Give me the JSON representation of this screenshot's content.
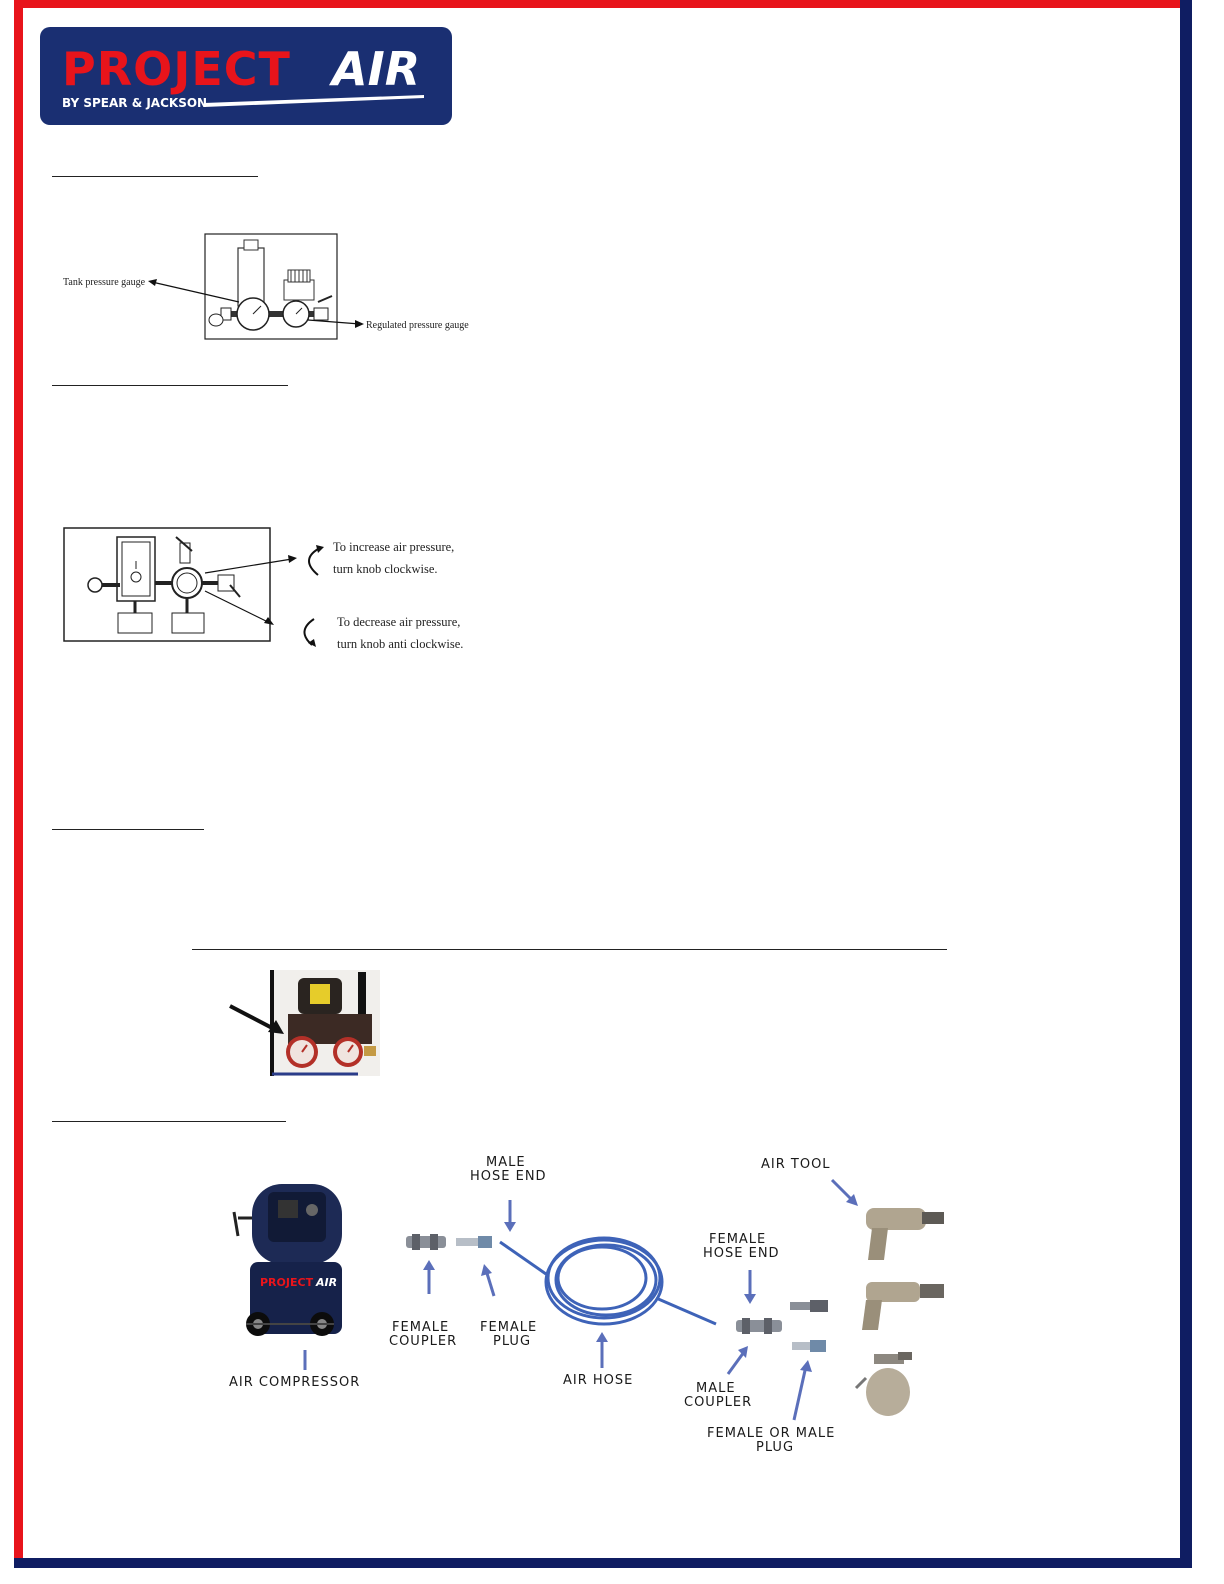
{
  "logo": {
    "brand_left": "PROJECT",
    "brand_right": "AIR",
    "tagline": "BY SPEAR & JACKSON",
    "colors": {
      "background": "#1a2f72",
      "red": "#e8141b",
      "white": "#ffffff"
    }
  },
  "frame": {
    "left_color": "#e8141b",
    "right_color": "#0f1d62"
  },
  "figure_gauges": {
    "label_tank": "Tank pressure gauge",
    "label_regulated": "Regulated pressure gauge"
  },
  "figure_regulator": {
    "increase_line1": "To increase air pressure,",
    "increase_line2": "turn knob clockwise.",
    "decrease_line1": "To decrease air pressure,",
    "decrease_line2": "turn knob anti clockwise."
  },
  "figure_connections": {
    "air_compressor": "AIR COMPRESSOR",
    "male_hose_end_1": "MALE",
    "male_hose_end_2": "HOSE END",
    "female_coupler_1": "FEMALE",
    "female_coupler_2": "COUPLER",
    "female_plug_1": "FEMALE",
    "female_plug_2": "PLUG",
    "air_hose": "AIR HOSE",
    "female_hose_end_1": "FEMALE",
    "female_hose_end_2": "HOSE END",
    "air_tool": "AIR TOOL",
    "male_coupler_1": "MALE",
    "male_coupler_2": "COUPLER",
    "female_or_male_plug_1": "FEMALE OR MALE",
    "female_or_male_plug_2": "PLUG",
    "compressor_brand": "PROJECT",
    "compressor_brand_right": "AIR"
  }
}
